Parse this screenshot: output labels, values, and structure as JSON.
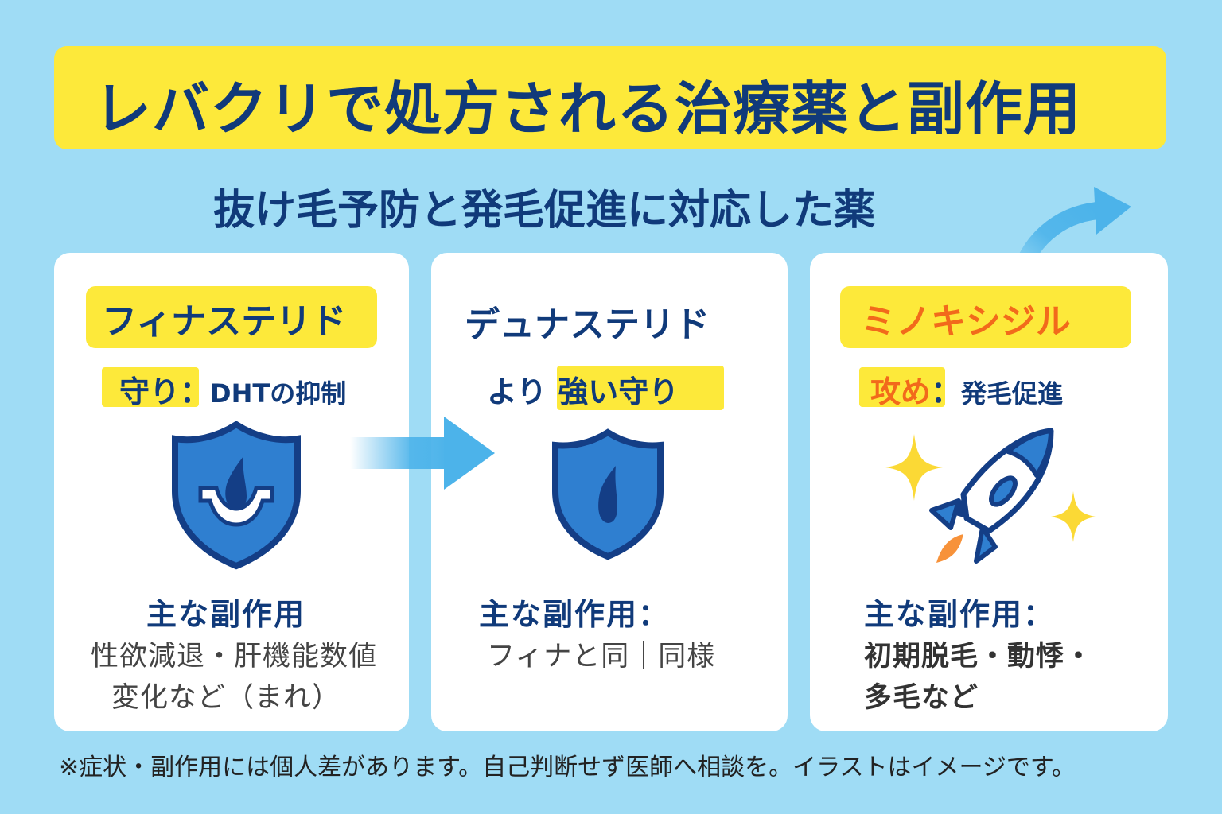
{
  "title": "レバクリで処方される治療薬と副作用",
  "subtitle": "抜け毛予防と発毛促進に対応した薬",
  "cards": [
    {
      "name": "フィナステリド",
      "tag_strong": "守り：",
      "tag_desc": "DHTの抑制",
      "icon": "shield-hair-follicle-icon",
      "side_effects_title": "主な副作用",
      "side_effects_lines": [
        "性欲減退・肝機能数値",
        "変化など（まれ）"
      ]
    },
    {
      "name": "デュナステリド",
      "tag_prefix": "より",
      "tag_strong": "強い守り",
      "icon": "shield-hair-icon",
      "side_effects_title": "主な副作用：",
      "side_effects_lines": [
        "フィナと同｜同様"
      ]
    },
    {
      "name": "ミノキシジル",
      "tag_strong": "攻め",
      "tag_sep": "：",
      "tag_desc": "発毛促進",
      "icon": "rocket-icon",
      "side_effects_title": "主な副作用：",
      "side_effects_lines": [
        "初期脱毛・動悸・",
        "多毛など"
      ]
    }
  ],
  "footnote": "※症状・副作用には個人差があります。自己判断せず医師へ相談を。イラストはイメージです。",
  "colors": {
    "background": "#9fdcf5",
    "highlight": "#fde93a",
    "navy": "#103a7a",
    "shield_blue": "#2f7fd0",
    "orange": "#f26a1b",
    "arrow_blue": "#4cb3ea"
  }
}
